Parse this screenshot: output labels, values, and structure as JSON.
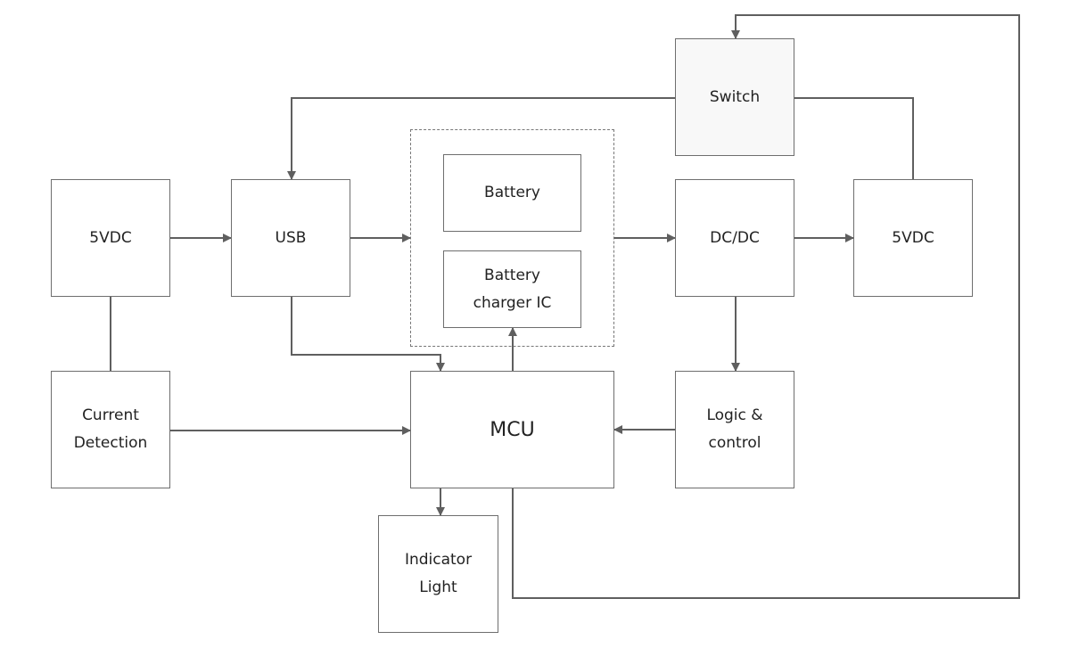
{
  "blocks": {
    "input_5vdc": "5VDC",
    "usb": "USB",
    "battery": "Battery",
    "charger_ic": "Battery\ncharger IC",
    "switch": "Switch",
    "dcdc": "DC/DC",
    "output_5vdc": "5VDC",
    "current_detection": "Current\nDetection",
    "mcu": "MCU",
    "logic_control": "Logic &\ncontrol",
    "indicator_light": "Indicator\nLight"
  },
  "colors": {
    "line": "#5f5f5f",
    "border": "#6e6e6e",
    "text": "#222222",
    "switch_fill": "#f8f8f8"
  }
}
